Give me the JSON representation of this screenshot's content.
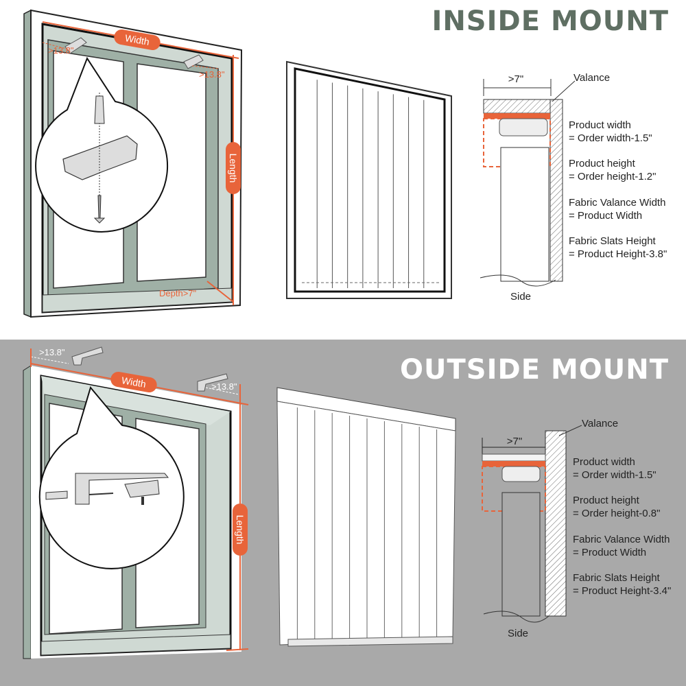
{
  "colors": {
    "accent": "#e8643a",
    "title_inside": "#5f6f63",
    "title_outside": "#ffffff",
    "bottom_bg": "#a9a9a9",
    "frame_green": "#cfd9d3",
    "sash_green": "#9fb0a6"
  },
  "inside": {
    "title": "INSIDE MOUNT",
    "window": {
      "width_label": "Width",
      "length_label": "Length",
      "bracket_left": ">13.8\"",
      "bracket_right": ">13.8\"",
      "depth_label": "Depth>7\""
    },
    "side": {
      "clearance": ">7\"",
      "valance": "Valance",
      "side_label": "Side",
      "specs": [
        {
          "name": "Product width",
          "formula": "= Order width-1.5\""
        },
        {
          "name": "Product height",
          "formula": "= Order height-1.2\""
        },
        {
          "name": "Fabric Valance Width",
          "formula": "= Product Width"
        },
        {
          "name": "Fabric Slats Height",
          "formula": "= Product Height-3.8\""
        }
      ]
    }
  },
  "outside": {
    "title": "OUTSIDE MOUNT",
    "window": {
      "width_label": "Width",
      "length_label": "Length",
      "bracket_left": ">13.8\"",
      "bracket_right": ">13.8\""
    },
    "side": {
      "clearance": ">7\"",
      "valance": "Valance",
      "side_label": "Side",
      "specs": [
        {
          "name": "Product width",
          "formula": "= Order width-1.5\""
        },
        {
          "name": "Product height",
          "formula": "= Order height-0.8\""
        },
        {
          "name": "Fabric Valance Width",
          "formula": "= Product Width"
        },
        {
          "name": "Fabric Slats Height",
          "formula": "= Product Height-3.4\""
        }
      ]
    }
  }
}
